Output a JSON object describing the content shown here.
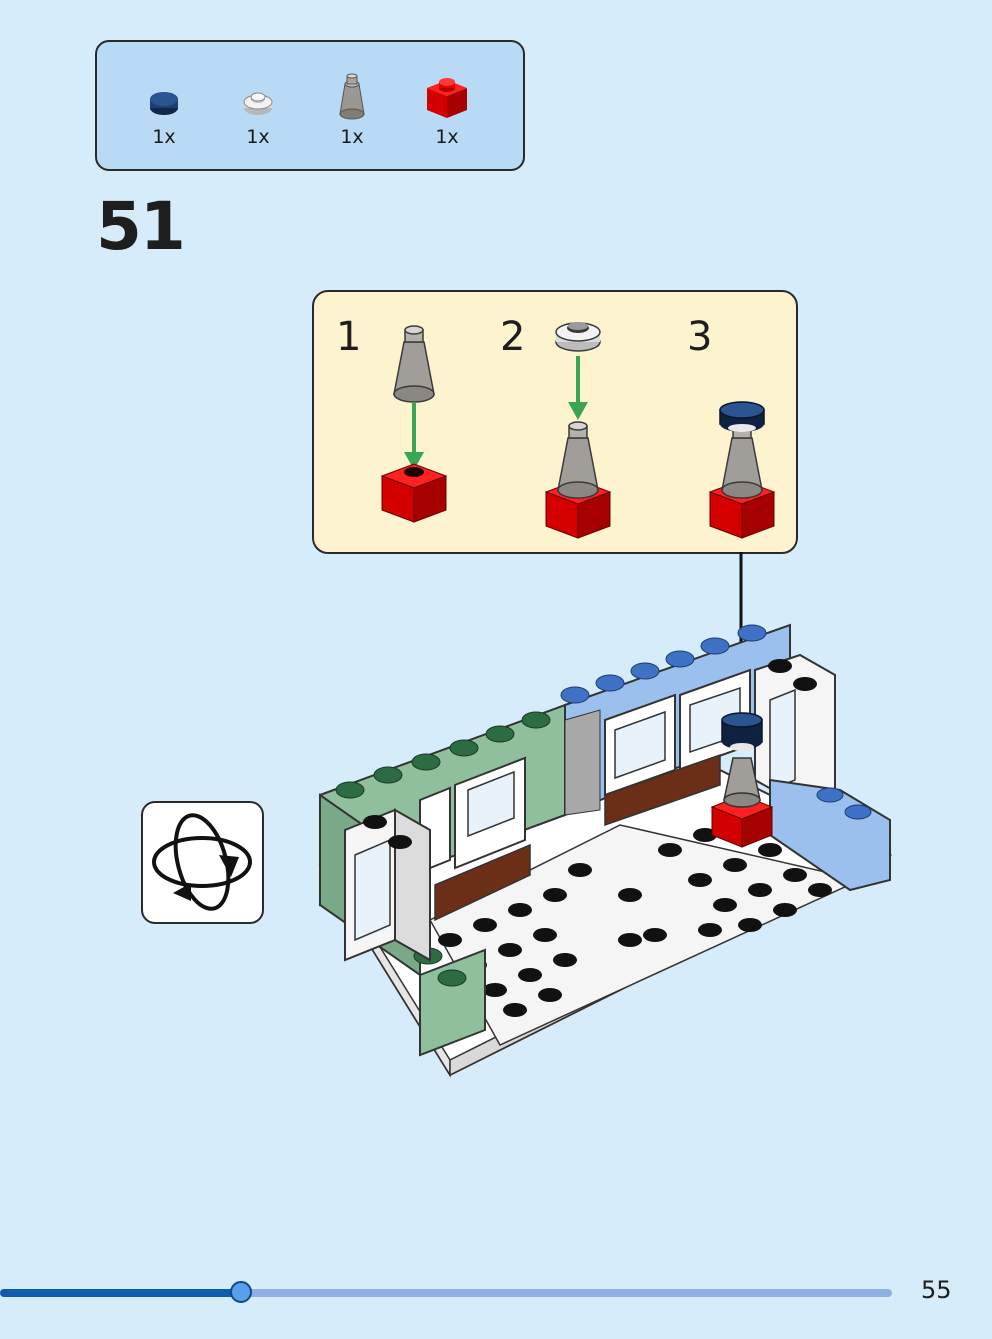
{
  "parts": [
    {
      "name": "dark-blue-round-tile",
      "qty": "1x",
      "color": "#1d3e6e"
    },
    {
      "name": "white-round-plate",
      "qty": "1x",
      "color": "#e8e8e8"
    },
    {
      "name": "grey-cone",
      "qty": "1x",
      "color": "#9b9894"
    },
    {
      "name": "red-brick-1x1",
      "qty": "1x",
      "color": "#d40000"
    }
  ],
  "step_number": "51",
  "substeps": [
    {
      "label": "1"
    },
    {
      "label": "2"
    },
    {
      "label": "3"
    }
  ],
  "rotate_icon": "rotate-model-icon",
  "progress": {
    "fraction": 0.27
  },
  "page_number": "55",
  "colors": {
    "background": "#d6ecfb",
    "parts_box": "#b9daf5",
    "substep_box": "#fdf4cf",
    "arrow_green": "#3aa655",
    "progress_fill": "#0f5bb0"
  }
}
